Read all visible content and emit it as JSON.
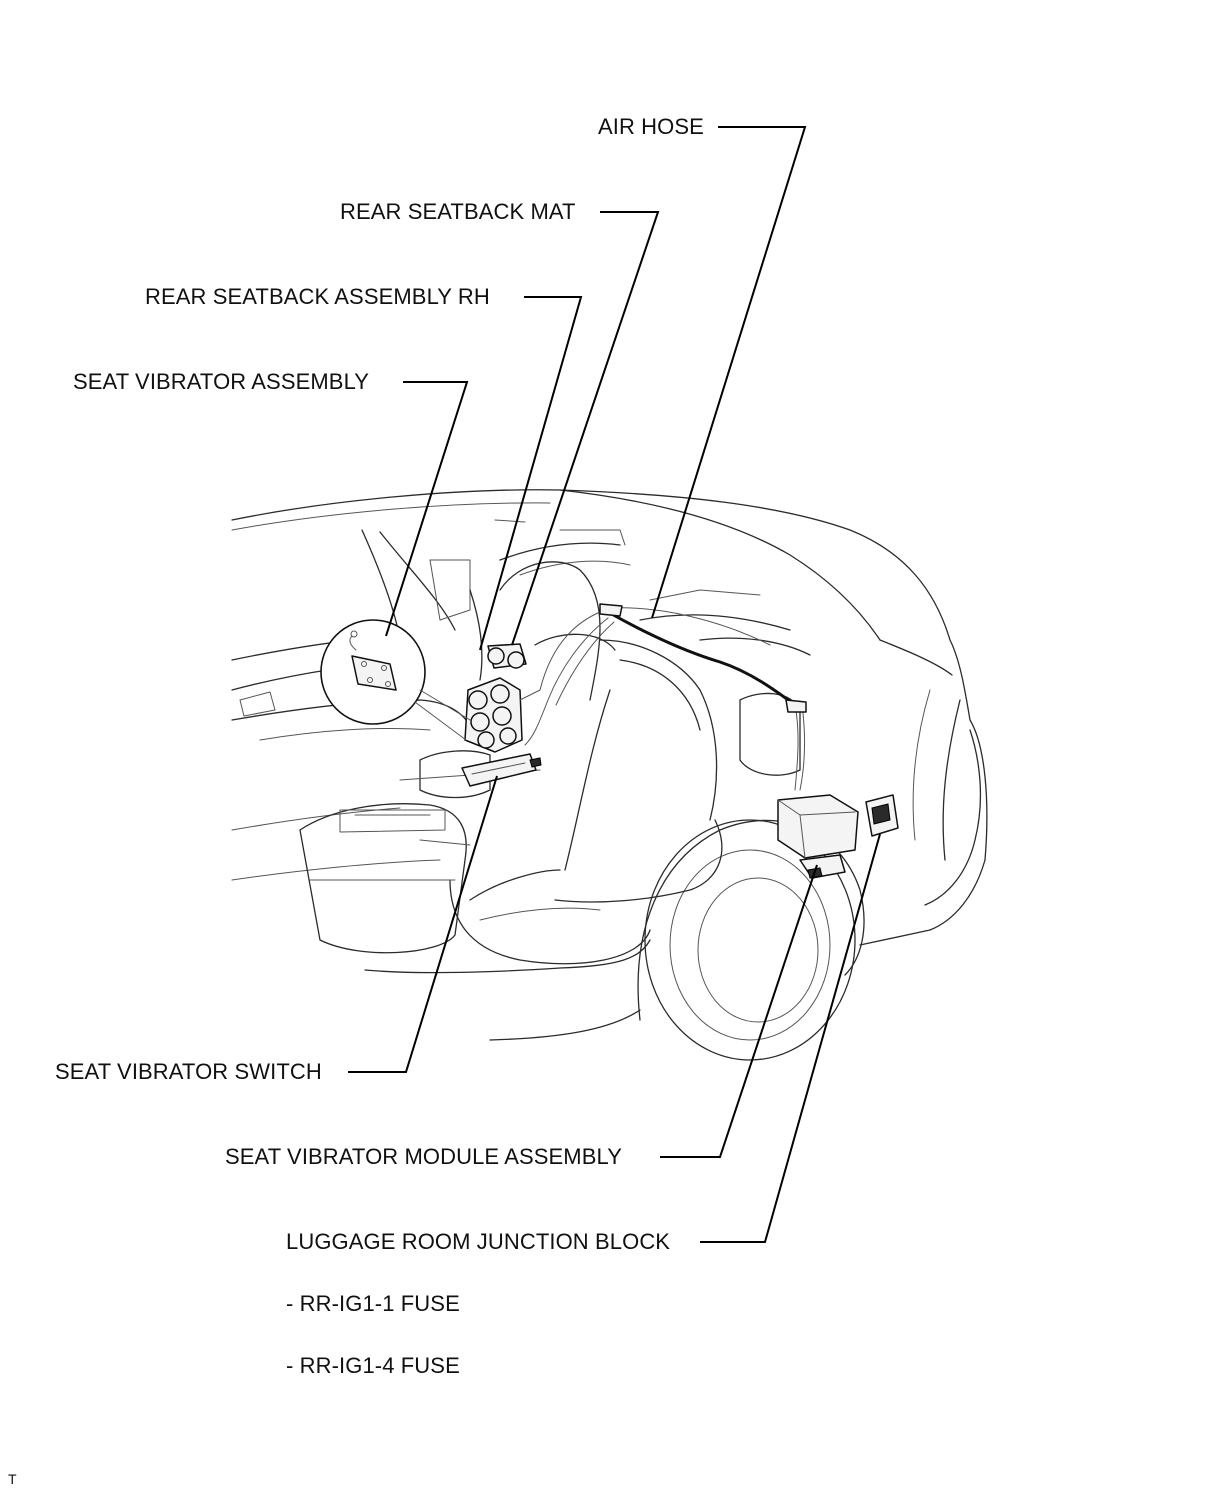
{
  "labels": {
    "air_hose": "AIR HOSE",
    "rear_seatback_mat": "REAR SEATBACK MAT",
    "rear_seatback_assembly_rh": "REAR SEATBACK ASSEMBLY RH",
    "seat_vibrator_assembly": "SEAT VIBRATOR ASSEMBLY",
    "seat_vibrator_switch": "SEAT VIBRATOR SWITCH",
    "seat_vibrator_module_assembly": "SEAT VIBRATOR MODULE ASSEMBLY",
    "luggage_room_junction_block": "LUGGAGE ROOM JUNCTION BLOCK",
    "fuse_1": "- RR-IG1-1 FUSE",
    "fuse_4": "- RR-IG1-4 FUSE"
  },
  "footer": {
    "mark": "T"
  }
}
